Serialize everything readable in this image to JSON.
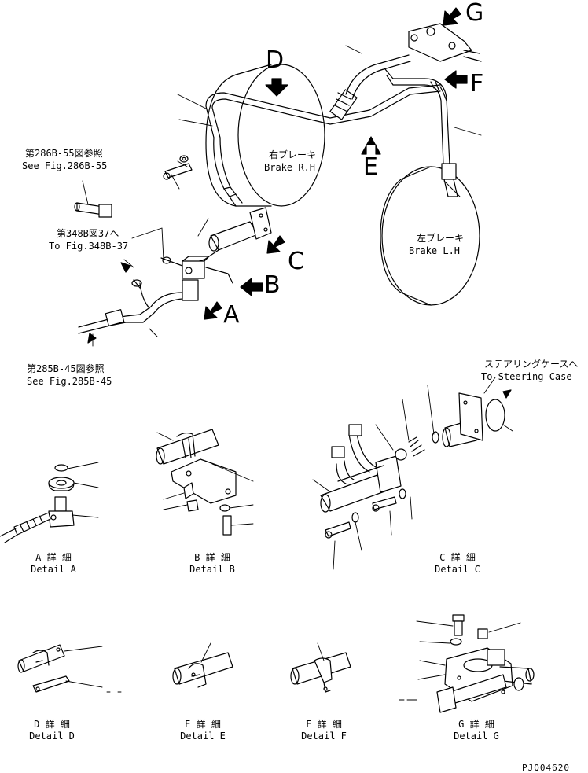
{
  "references": {
    "ref_286": {
      "jp": "第286B-55図参照",
      "en": "See Fig.286B-55"
    },
    "ref_348": {
      "jp": "第348B図37へ",
      "en": "To Fig.348B-37"
    },
    "ref_285": {
      "jp": "第285B-45図参照",
      "en": "See Fig.285B-45"
    },
    "steering": {
      "jp": "ステアリングケースへ",
      "en": "To Steering Case"
    }
  },
  "brakes": {
    "right": {
      "jp": "右ブレーキ",
      "en": "Brake R.H"
    },
    "left": {
      "jp": "左ブレーキ",
      "en": "Brake L.H"
    }
  },
  "view_letters": {
    "a": "A",
    "b": "B",
    "c": "C",
    "d": "D",
    "e": "E",
    "f": "F",
    "g": "G"
  },
  "details": {
    "a": {
      "jp": "A 詳 細",
      "en": "Detail A"
    },
    "b": {
      "jp": "B 詳 細",
      "en": "Detail B"
    },
    "c": {
      "jp": "C 詳 細",
      "en": "Detail C"
    },
    "d": {
      "jp": "D 詳 細",
      "en": "Detail D"
    },
    "e": {
      "jp": "E 詳 細",
      "en": "Detail E"
    },
    "f": {
      "jp": "F 詳 細",
      "en": "Detail F"
    },
    "g": {
      "jp": "G 詳 細",
      "en": "Detail G"
    }
  },
  "drawing_code": "PJQ04620"
}
